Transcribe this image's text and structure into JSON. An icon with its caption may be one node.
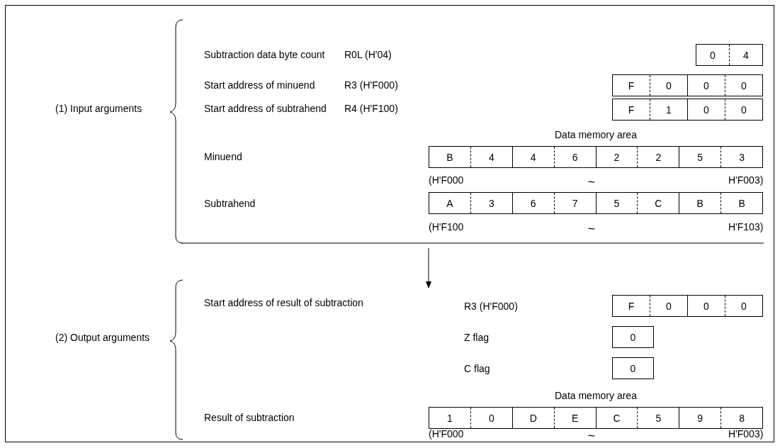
{
  "diagram": {
    "nodes": [
      {
        "text": [
          "0",
          "4"
        ]
      },
      {
        "text": [
          "F",
          "0",
          "0",
          "0"
        ]
      },
      {
        "text": [
          "F",
          "1",
          "0",
          "0"
        ]
      },
      {
        "text": [
          "B",
          "4",
          "4",
          "6",
          "2",
          "2",
          "5",
          "3"
        ]
      },
      {
        "text": [
          "A",
          "3",
          "6",
          "7",
          "5",
          "C",
          "B",
          "B"
        ]
      },
      {
        "text": [
          "F",
          "0",
          "0",
          "0"
        ]
      },
      {
        "text": [
          "0"
        ]
      },
      {
        "text": [
          "0"
        ]
      },
      {
        "text": [
          "1",
          "0",
          "D",
          "E",
          "C",
          "5",
          "9",
          "8"
        ]
      }
    ],
    "edges": [],
    "labels": [
      "Subtraction data byte count",
      "R0L (H'04)",
      "Start address of minuend",
      "R3 (H'F000)",
      "(1) Input arguments",
      "Start address of subtrahend",
      "R4 (H'F100)",
      "Data memory area",
      "Minuend",
      "(H'F000",
      "∼",
      "H'F003)",
      "Subtrahend",
      "(H'F100",
      "∼",
      "H'F103)",
      "Start address of result of subtraction",
      "R3 (H'F000)",
      "(2) Output arguments",
      "Z flag",
      "C flag",
      "Data memory area",
      "Result of subtraction",
      "(H'F000",
      "∼",
      "H'F003)"
    ]
  }
}
